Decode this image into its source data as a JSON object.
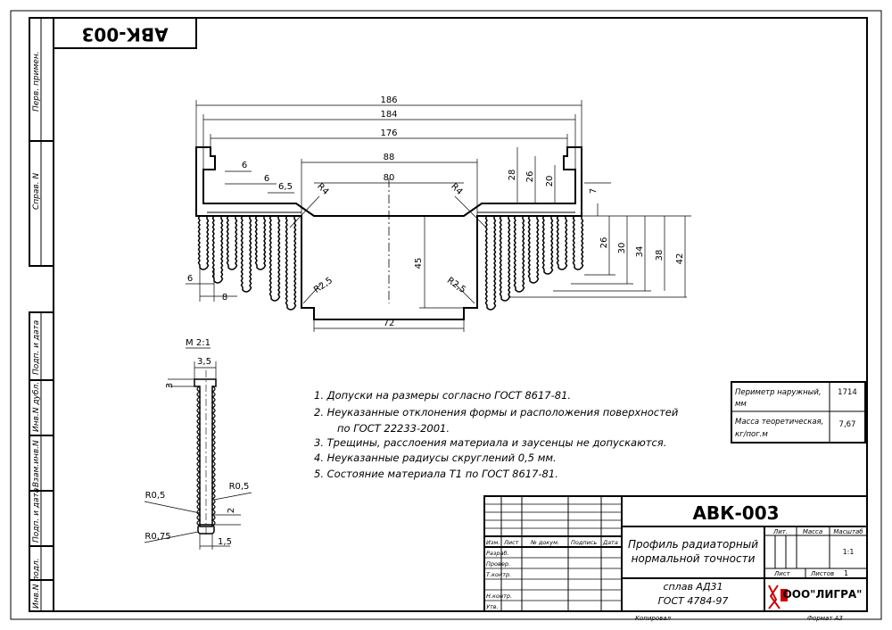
{
  "stamp": {
    "code_rotated": "АВК-003",
    "code": "АВК-003",
    "title_line1": "Профиль радиаторный",
    "title_line2": "нормальной точности",
    "material_line1": "сплав АД31",
    "material_line2": "ГОСТ 4784-97",
    "company": "ООО\"ЛИГРА\"",
    "lit_label": "Лит.",
    "mass_label": "Масса",
    "scale_label": "Масштаб",
    "scale_value": "1:1",
    "sheet_label": "Лист",
    "sheets_label": "Листов",
    "sheets_value": "1",
    "col_izm": "Изм.",
    "col_list": "Лист",
    "col_doc": "№ докум.",
    "col_sign": "Подпись",
    "col_date": "Дата",
    "row_razrab": "Разраб.",
    "row_prover": "Провер.",
    "row_tkontr": "Т.контр.",
    "row_nkontr": "Н.контр.",
    "row_utv": "Утв.",
    "copied": "Копировал",
    "format": "Формат А3"
  },
  "side_labels": {
    "perv_primen": "Перв. примен.",
    "sprav_n": "Справ. N",
    "podp_data1": "Подп. и дата",
    "inv_dubl": "Инв.N дубл.",
    "vzam_inv": "Взам.инв.N",
    "podp_data2": "Подп. и дата",
    "inv_podl": "Инв.N подл."
  },
  "info_table": {
    "perimeter_label_1": "Периметр наружный,",
    "perimeter_label_2": "мм",
    "perimeter_value": "1714",
    "mass_label_1": "Масса теоретическая,",
    "mass_label_2": "кг/пог.м",
    "mass_value": "7,67"
  },
  "notes": [
    "1. Допуски на размеры согласно ГОСТ 8617-81.",
    "2.  Неуказанные отклонения формы и расположения поверхностей",
    "по ГОСТ 22233-2001.",
    "3. Трещины, расслоения материала и заусенцы не допускаются.",
    "4. Неуказанные радиусы скруглений 0,5 мм.",
    "5. Состояние материала Т1 по ГОСТ 8617-81."
  ],
  "dimensions": {
    "d186": "186",
    "d184": "184",
    "d176": "176",
    "d88": "88",
    "d80": "80",
    "d6a": "6",
    "d6b": "6",
    "d6_5": "6,5",
    "d28": "28",
    "d26": "26",
    "d20": "20",
    "d7": "7",
    "r4a": "R4",
    "r4b": "R4",
    "d26b": "26",
    "d30": "30",
    "d34": "34",
    "d38": "38",
    "d42": "42",
    "d45": "45",
    "r2_5a": "R2,5",
    "r2_5b": "R2,5",
    "d72": "72",
    "d6c": "6",
    "d8": "8"
  },
  "detail": {
    "scale": "М 2:1",
    "d3_5": "3,5",
    "d3": "3",
    "r0_5a": "R0,5",
    "r0_5b": "R0,5",
    "r0_75": "R0,75",
    "d2": "2",
    "d1_5": "1,5"
  }
}
